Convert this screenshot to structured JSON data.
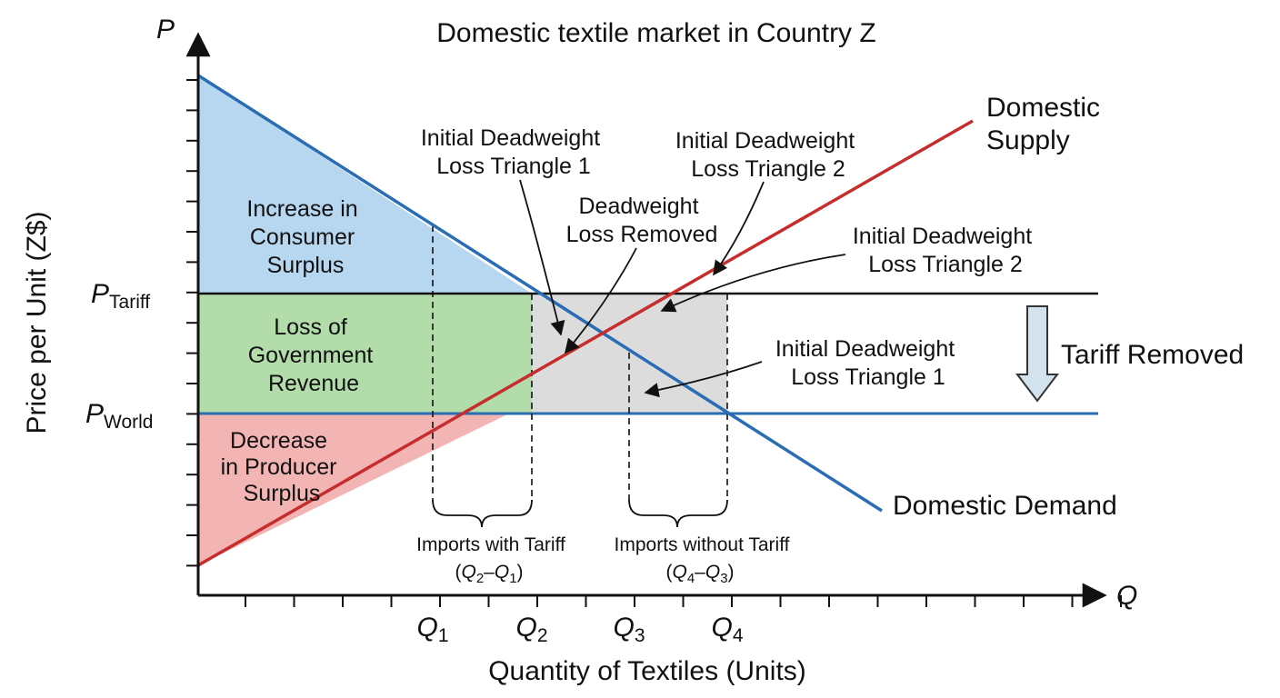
{
  "title": "Domestic textile market in Country Z",
  "axes": {
    "y_letter": "P",
    "x_letter": "Q",
    "ylabel": "Price per Unit (Z$)",
    "xlabel": "Quantity of Textiles (Units)"
  },
  "price_levels": {
    "tariff": {
      "main": "P",
      "sub": "Tariff"
    },
    "world": {
      "main": "P",
      "sub": "World"
    }
  },
  "quantities": [
    {
      "main": "Q",
      "sub": "1"
    },
    {
      "main": "Q",
      "sub": "2"
    },
    {
      "main": "Q",
      "sub": "3"
    },
    {
      "main": "Q",
      "sub": "4"
    }
  ],
  "curves": {
    "supply_line1": "Domestic",
    "supply_line2": "Supply",
    "demand": "Domestic Demand"
  },
  "regions": {
    "consumer": [
      "Increase in",
      "Consumer",
      "Surplus"
    ],
    "government": [
      "Loss of",
      "Government",
      "Revenue"
    ],
    "producer": [
      "Decrease",
      "in Producer",
      "Surplus"
    ]
  },
  "annotations": {
    "dwl1_top": [
      "Initial Deadweight",
      "Loss Triangle 1"
    ],
    "dwl2_top": [
      "Initial Deadweight",
      "Loss Triangle 2"
    ],
    "dwl_removed": [
      "Deadweight",
      "Loss Removed"
    ],
    "dwl2_right": [
      "Initial Deadweight",
      "Loss Triangle 2"
    ],
    "dwl1_right": [
      "Initial Deadweight",
      "Loss Triangle 1"
    ]
  },
  "tariff_removed": "Tariff Removed",
  "imports_with": {
    "line1": "Imports with Tariff",
    "open": "(",
    "a": "Q",
    "a_sub": "2",
    "dash": "–",
    "b": "Q",
    "b_sub": "1",
    "close": ")"
  },
  "imports_without": {
    "line1": "Imports without Tariff",
    "open": "(",
    "a": "Q",
    "a_sub": "4",
    "dash": "–",
    "b": "Q",
    "b_sub": "3",
    "close": ")"
  },
  "colors": {
    "demand": "#2a6db5",
    "supply": "#c62d2d",
    "consumer_fill": "#b7d7f0",
    "government_fill": "#b3dcab",
    "producer_fill": "#f3b4b4",
    "dwl_fill": "#dcdcdc",
    "arrow_fill": "#d2e3ee"
  }
}
